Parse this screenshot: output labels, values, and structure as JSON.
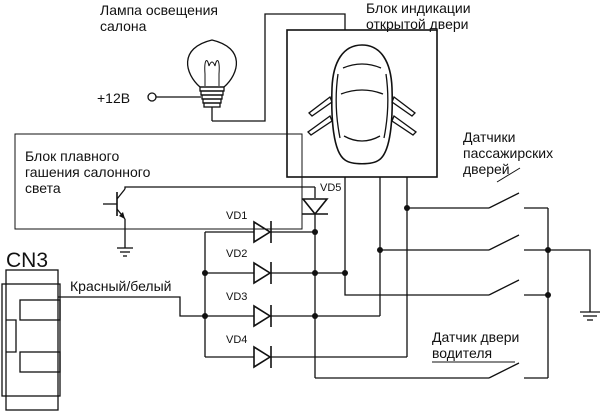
{
  "diagram": {
    "lamp_label": [
      "Лампа освещения",
      "салона"
    ],
    "door_indicator_label": [
      "Блок индикации",
      "открытой двери"
    ],
    "supply_label": "+12В",
    "dimmer_label": [
      "Блок плавного",
      "гашения салонного",
      "света"
    ],
    "passenger_sensors_label": [
      "Датчики",
      "пассажирских",
      "дверей"
    ],
    "driver_sensor_label": [
      "Датчик двери",
      "водителя"
    ],
    "connector_label": "CN3",
    "wire_label": "Красный/белый",
    "diodes": [
      "VD1",
      "VD2",
      "VD3",
      "VD4",
      "VD5"
    ]
  }
}
